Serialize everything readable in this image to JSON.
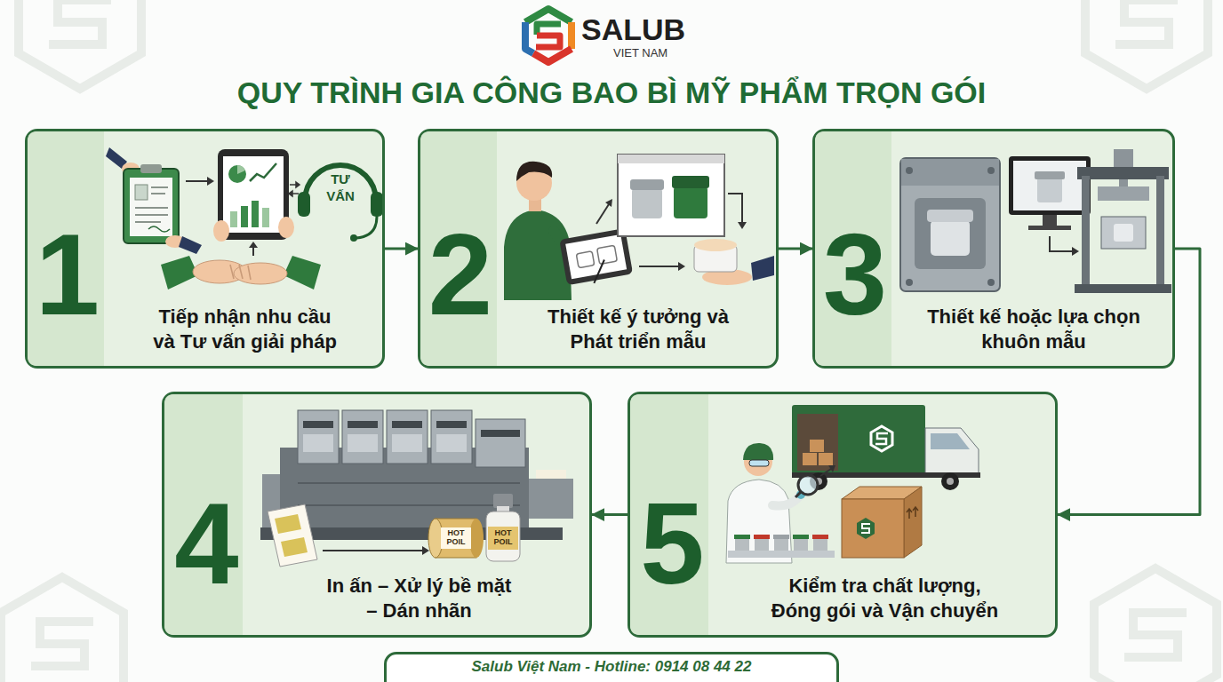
{
  "diagram": {
    "title": "QUY TRÌNH GIA CÔNG BAO BÌ MỸ PHẨM TRỌN GÓI",
    "caption": "Salub Việt Nam - Hotline: 0914 08 44 22",
    "nodes": [
      {
        "text": [
          "1",
          "Tiếp nhận nhu cầu và Tư vấn giải pháp"
        ]
      },
      {
        "text": [
          "2",
          "Thiết kế ý tưởng và Phát triển mẫu"
        ]
      },
      {
        "text": [
          "3",
          "Thiết kế hoặc lựa chọn khuôn mẫu"
        ]
      },
      {
        "text": [
          "4",
          "In ấn – Xử lý bề mặt – Dán nhãn"
        ]
      },
      {
        "text": [
          "5",
          "Kiểm tra chất lượng, Đóng gói và Vận chuyển"
        ]
      }
    ],
    "edges": [
      {
        "from": 0,
        "to": 1,
        "arrow": "to"
      },
      {
        "from": 1,
        "to": 2,
        "arrow": "to"
      },
      {
        "from": 2,
        "to": 4,
        "arrow": "to"
      },
      {
        "from": 4,
        "to": 3,
        "arrow": "to"
      }
    ],
    "labels": [
      "SALUB",
      "VIET NAM",
      "TƯ VẤN",
      "HOT POIL",
      "HOT POIL"
    ]
  }
}
